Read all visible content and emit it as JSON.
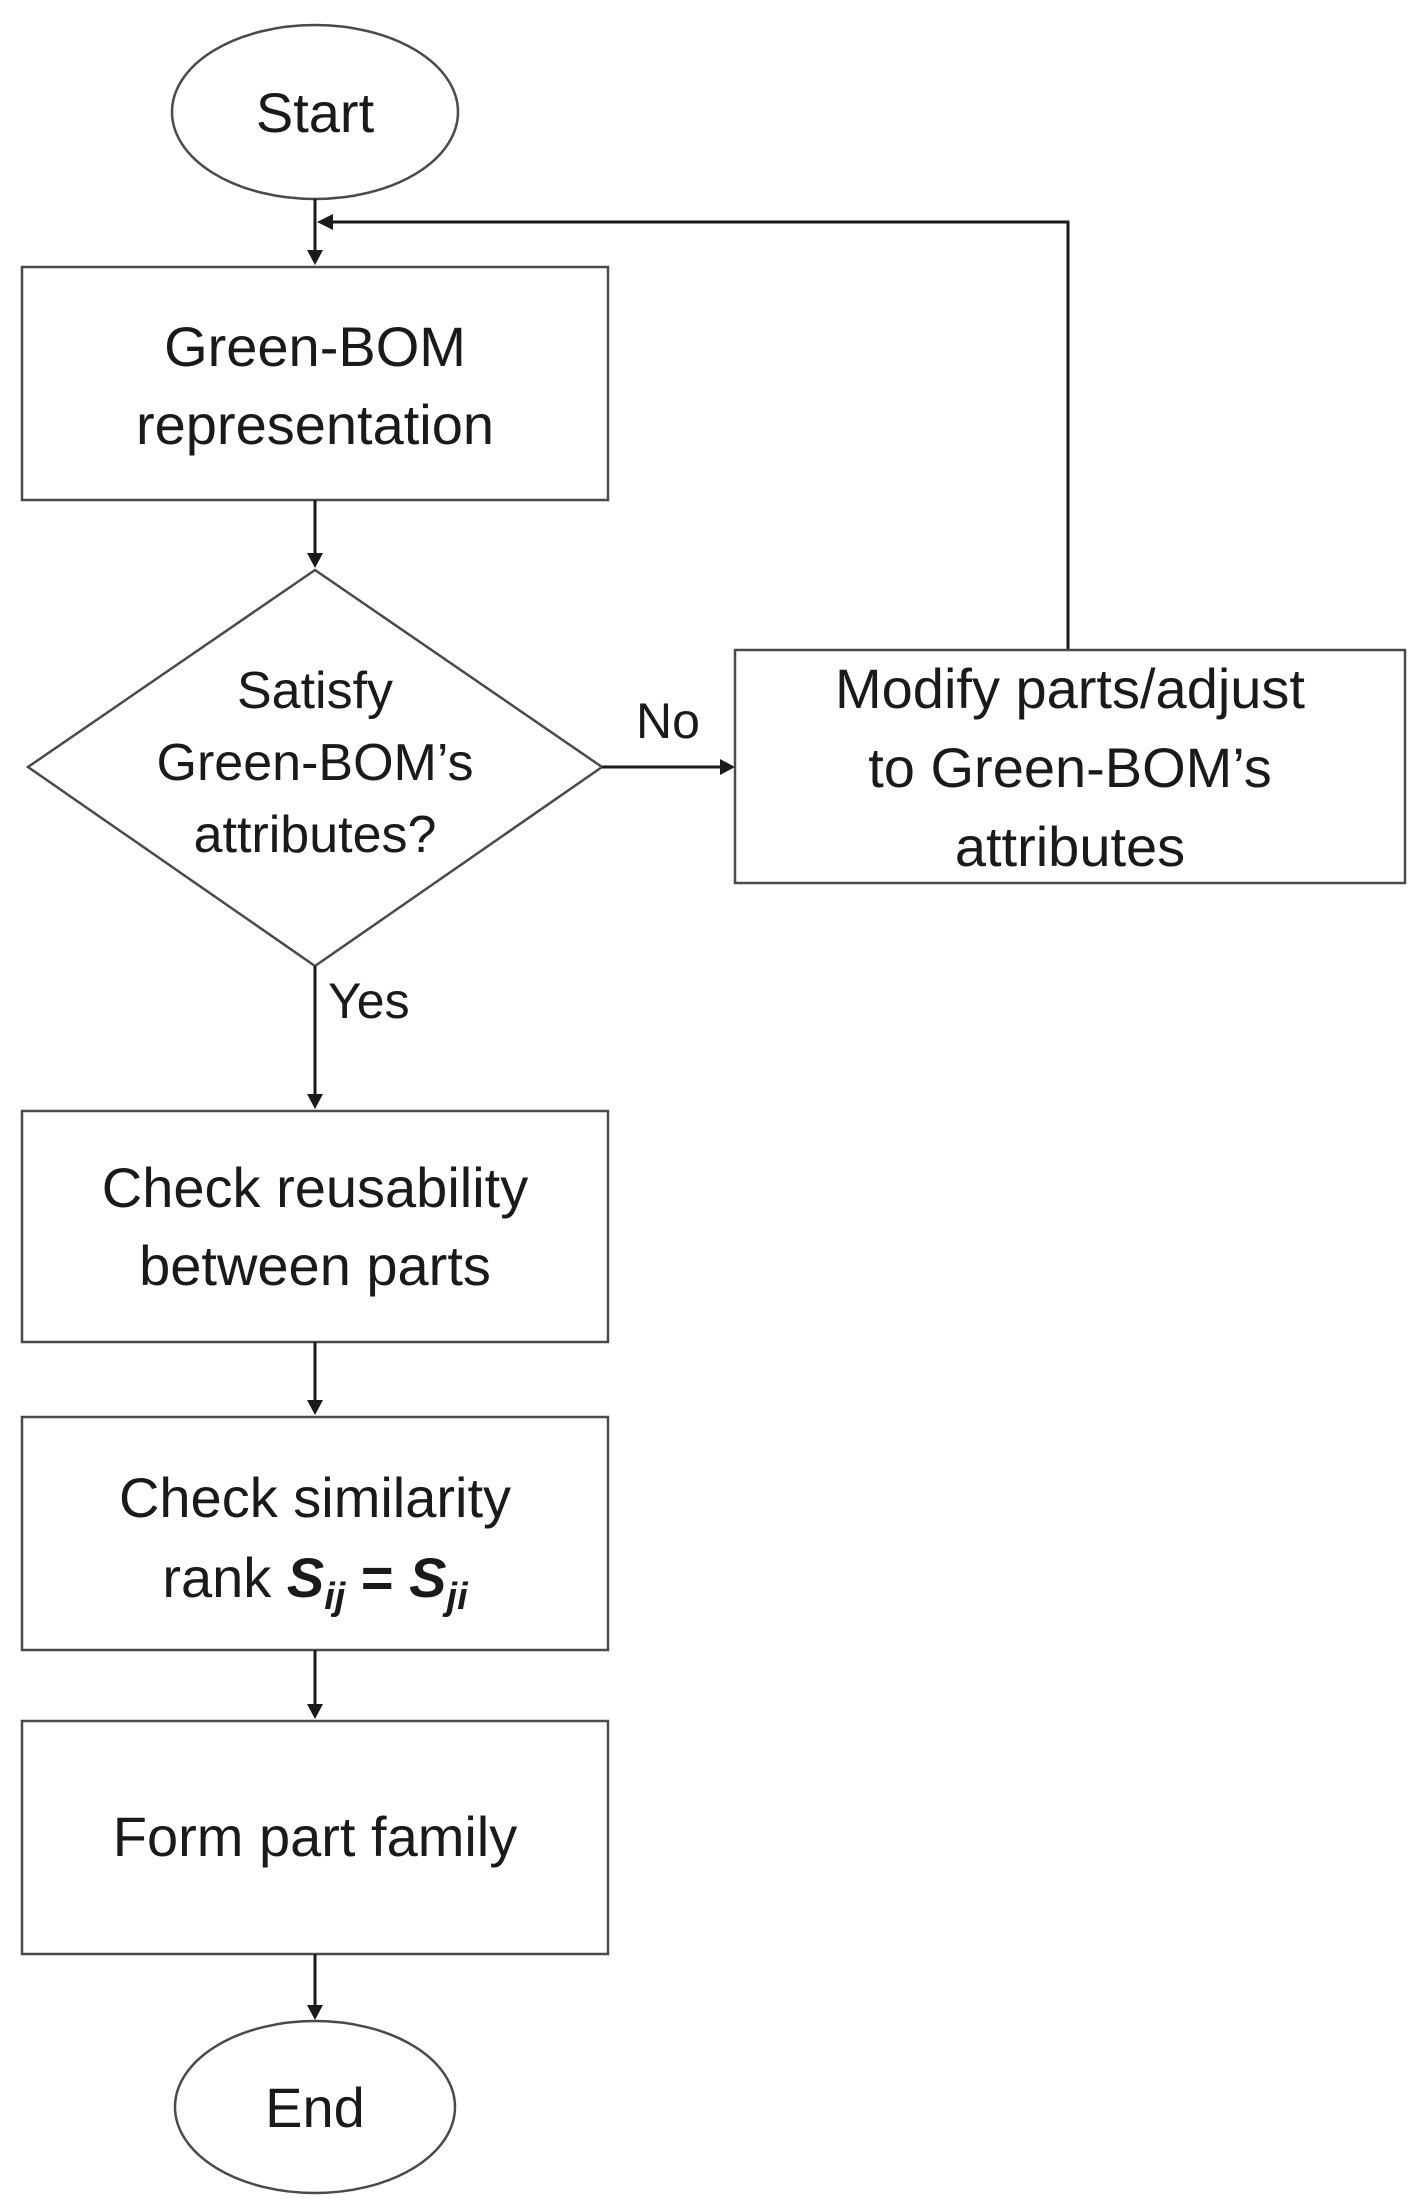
{
  "nodes": {
    "start": {
      "label": "Start"
    },
    "green_bom": {
      "lines": [
        "Green-BOM",
        "representation"
      ]
    },
    "decision": {
      "lines": [
        "Satisfy",
        "Green-BOM’s",
        "attributes?"
      ]
    },
    "modify": {
      "lines": [
        "Modify parts/adjust",
        "to Green-BOM’s",
        "attributes"
      ]
    },
    "reusability": {
      "lines": [
        "Check reusability",
        "between parts"
      ]
    },
    "similarity": {
      "line1": "Check similarity",
      "line2_prefix": "rank ",
      "s1": "S",
      "s1_sub": "ij",
      "equals": " = ",
      "s2": "S",
      "s2_sub": "ji"
    },
    "part_family": {
      "label": "Form part family"
    },
    "end": {
      "label": "End"
    }
  },
  "edge_labels": {
    "no": "No",
    "yes": "Yes"
  }
}
